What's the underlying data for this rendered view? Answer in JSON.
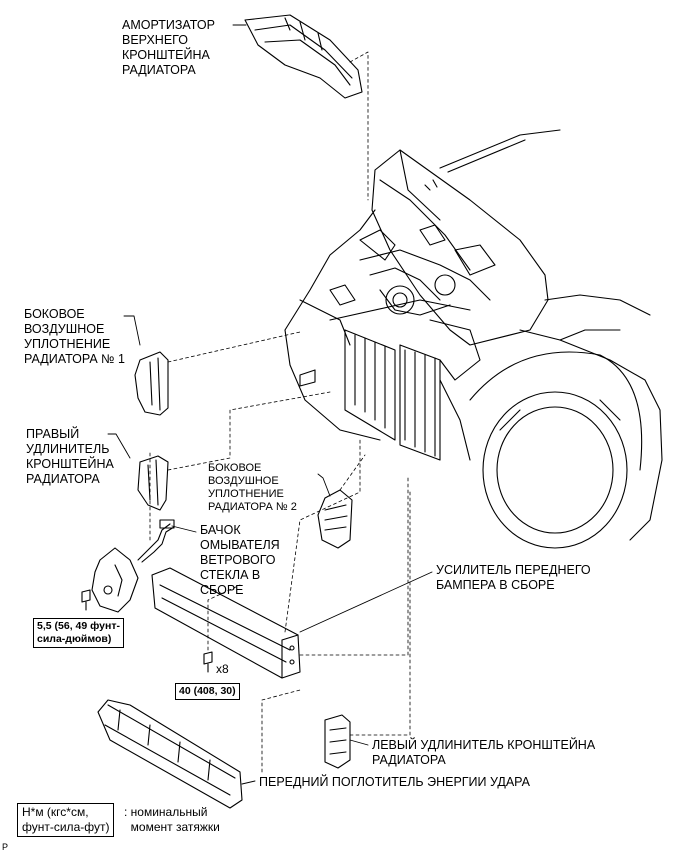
{
  "labels": {
    "upper_support_shock": "АМОРТИЗАТОР\nВЕРХНЕГО\nКРОНШТЕЙНА\nРАДИАТОРА",
    "side_seal_1": "БОКОВОЕ\nВОЗДУШНОЕ\nУПЛОТНЕНИЕ\nРАДИАТОРА № 1",
    "rh_extension": "ПРАВЫЙ\nУДЛИНИТЕЛЬ\nКРОНШТЕЙНА\nРАДИАТОРА",
    "side_seal_2": "БОКОВОЕ\nВОЗДУШНОЕ\nУПЛОТНЕНИЕ\nРАДИАТОРА № 2",
    "washer_tank": "БАЧОК\nОМЫВАТЕЛЯ\nВЕТРОВОГО\nСТЕКЛА В\nСБОРЕ",
    "bumper_reinforcement": "УСИЛИТЕЛЬ ПЕРЕДНЕГО\nБАМПЕРА В СБОРЕ",
    "lh_extension": "ЛЕВЫЙ УДЛИНИТЕЛЬ КРОНШТЕЙНА\nРАДИАТОРА",
    "energy_absorber": "ПЕРЕДНИЙ ПОГЛОТИТЕЛЬ ЭНЕРГИИ УДАРА"
  },
  "torques": {
    "washer_bolt": "5,5 (56, 49 фунт-\nсила-дюймов)",
    "bumper_bolts": "40 (408, 30)"
  },
  "multiplier": "x8",
  "legend": {
    "units": "Н*м (кгс*см,\nфунт-сила-фут)",
    "description": ": номинальный\n  момент затяжки"
  },
  "corner_mark": "P"
}
